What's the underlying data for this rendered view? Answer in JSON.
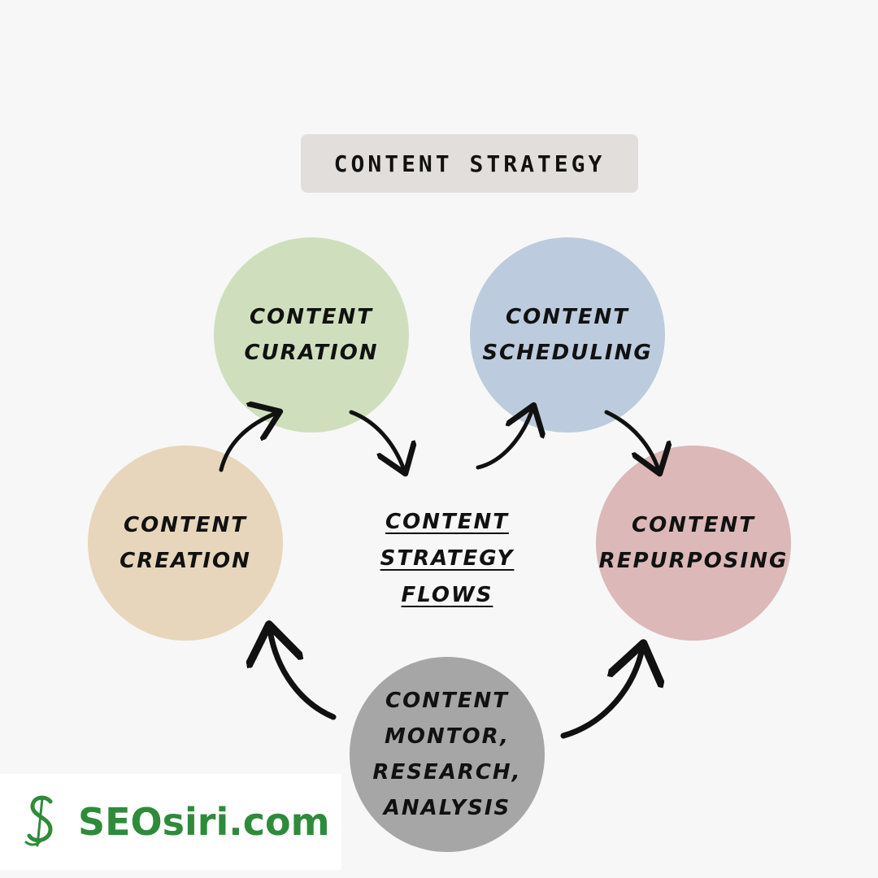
{
  "title": "CONTENT STRATEGY",
  "center": {
    "lines": [
      "CONTENT",
      "STRATEGY",
      "FLOWS"
    ]
  },
  "nodes": {
    "curation": {
      "label": "CONTENT\nCURATION",
      "color": "#cfdfbd"
    },
    "scheduling": {
      "label": "CONTENT\nSCHEDULING",
      "color": "#bccbdd"
    },
    "creation": {
      "label": "CONTENT\nCREATION",
      "color": "#e7d6bc"
    },
    "repurposing": {
      "label": "CONTENT\nREPURPOSING",
      "color": "#dcb8b8"
    },
    "monitor": {
      "label": "CONTENT\nMONTOR,\nRESEARCH,\nANALYSIS",
      "color": "#a6a6a6"
    }
  },
  "logo": {
    "text": "SEOsiri.com",
    "color": "#2e8b3a"
  },
  "background_color": "#f7f7f7"
}
